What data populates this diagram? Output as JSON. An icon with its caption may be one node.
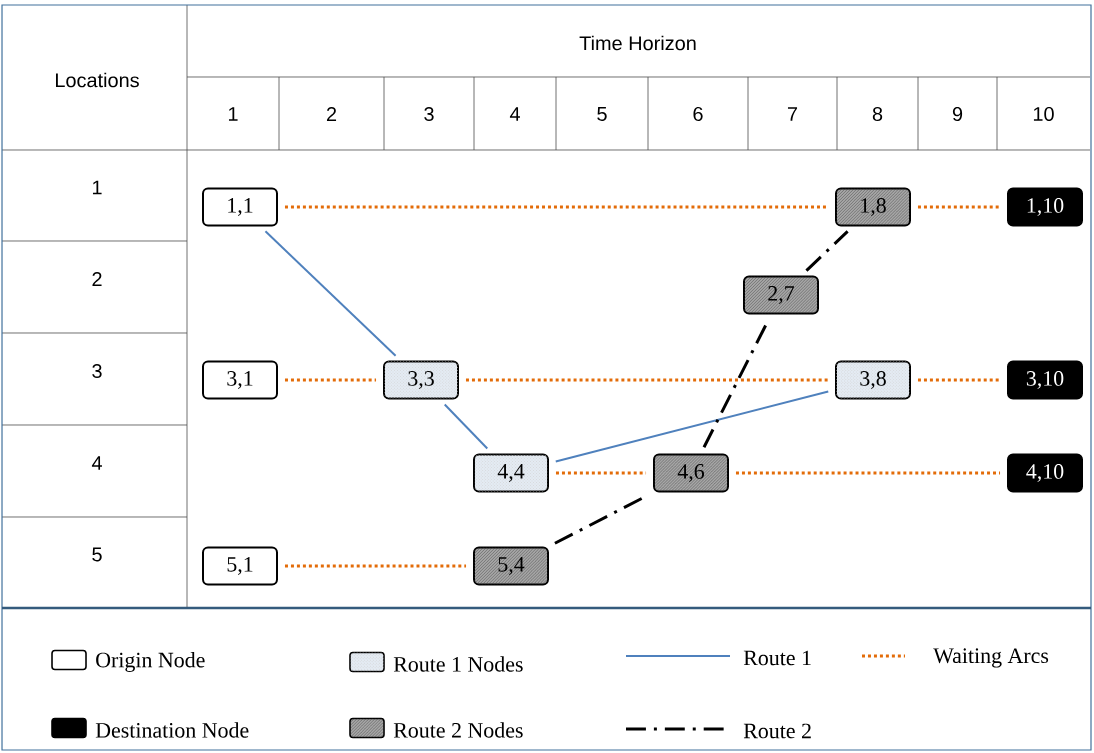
{
  "diagram": {
    "nodes": [
      {
        "text": [
          "1,1"
        ]
      },
      {
        "text": [
          "1,8"
        ]
      },
      {
        "text": [
          "1,10"
        ]
      },
      {
        "text": [
          "2,7"
        ]
      },
      {
        "text": [
          "3,1"
        ]
      },
      {
        "text": [
          "3,3"
        ]
      },
      {
        "text": [
          "3,8"
        ]
      },
      {
        "text": [
          "3,10"
        ]
      },
      {
        "text": [
          "4,4"
        ]
      },
      {
        "text": [
          "4,6"
        ]
      },
      {
        "text": [
          "4,10"
        ]
      },
      {
        "text": [
          "5,1"
        ]
      },
      {
        "text": [
          "5,4"
        ]
      }
    ],
    "edges": [
      {
        "from": 0,
        "to": 1,
        "arrow": "none",
        "style": "dashed"
      },
      {
        "from": 1,
        "to": 2,
        "arrow": "none",
        "style": "dashed"
      },
      {
        "from": 4,
        "to": 5,
        "arrow": "none",
        "style": "dashed"
      },
      {
        "from": 5,
        "to": 6,
        "arrow": "none",
        "style": "dashed"
      },
      {
        "from": 6,
        "to": 7,
        "arrow": "none",
        "style": "dashed"
      },
      {
        "from": 8,
        "to": 9,
        "arrow": "none",
        "style": "dashed"
      },
      {
        "from": 9,
        "to": 10,
        "arrow": "none",
        "style": "dashed"
      },
      {
        "from": 11,
        "to": 12,
        "arrow": "none",
        "style": "dashed"
      },
      {
        "from": 0,
        "to": 5,
        "arrow": "none",
        "color": "#4f81bd"
      },
      {
        "from": 5,
        "to": 8,
        "arrow": "none",
        "color": "#4f81bd"
      },
      {
        "from": 8,
        "to": 6,
        "arrow": "none",
        "color": "#4f81bd"
      },
      {
        "from": 12,
        "to": 9,
        "arrow": "none",
        "style": "dashed",
        "color": "#000000"
      },
      {
        "from": 9,
        "to": 3,
        "arrow": "none",
        "style": "dashed",
        "color": "#000000"
      },
      {
        "from": 3,
        "to": 1,
        "arrow": "none",
        "style": "dashed",
        "color": "#000000"
      }
    ],
    "labels": [
      "Locations",
      "Time Horizon",
      "1",
      "2",
      "3",
      "4",
      "5",
      "6",
      "7",
      "8",
      "9",
      "10",
      "1",
      "2",
      "3",
      "4",
      "5"
    ],
    "legend": [
      {
        "text": "Origin Node"
      },
      {
        "text": "Route 1 Nodes"
      },
      {
        "text": "Route 1"
      },
      {
        "text": "Waiting Arcs"
      },
      {
        "text": "Destination Node"
      },
      {
        "text": "Route 2 Nodes"
      },
      {
        "text": "Route 2"
      }
    ]
  }
}
